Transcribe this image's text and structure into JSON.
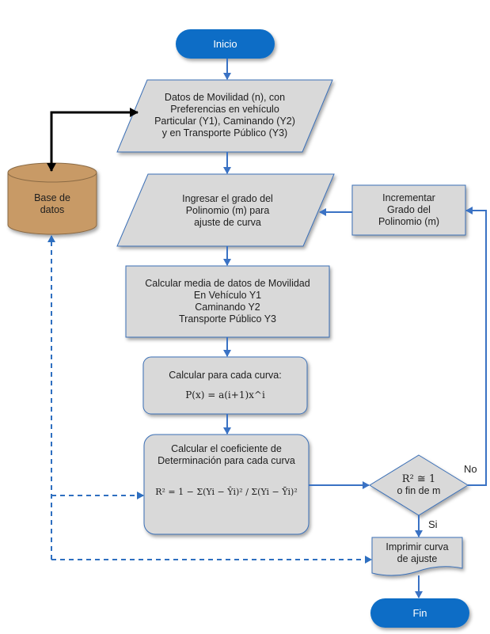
{
  "nodes": {
    "inicio": "Inicio",
    "datos": {
      "line1": "Datos de Movilidad (n), con",
      "line2": "Preferencias en vehículo",
      "line3": "Particular (Y1), Caminando (Y2)",
      "line4": "y en Transporte Público (Y3)"
    },
    "base": {
      "line1": "Base de",
      "line2": "datos"
    },
    "ingresar": {
      "line1": "Ingresar el grado del",
      "line2": "Polinomio (m) para",
      "line3": "ajuste de curva"
    },
    "incrementar": {
      "line1": "Incrementar",
      "line2": "Grado del",
      "line3": "Polinomio (m)"
    },
    "media": {
      "line1": "Calcular media de datos de Movilidad",
      "line2": "En Vehículo Y1",
      "line3": "Caminando Y2",
      "line4": "Transporte Público Y3"
    },
    "curva": {
      "line1": "Calcular para cada curva:",
      "formula": "P(x) = a(i+1)x^i"
    },
    "coef": {
      "line1": "Calcular el coeficiente de",
      "line2": "Determinación para cada curva",
      "formula": "R² = 1 − Σ(Yi − Ŷi)² / Σ(Yi − Ȳi)²"
    },
    "decision": {
      "line1": "R² ≅ 1",
      "line2": "o fin de m"
    },
    "imprimir": {
      "line1": "Imprimir curva",
      "line2": "de ajuste"
    },
    "fin": "Fin"
  },
  "labels": {
    "no": "No",
    "si": "Si"
  },
  "colors": {
    "terminal": "#0b6dc6",
    "process_fill": "#d9d9d9",
    "process_border": "#3b6fb6",
    "arrow": "#3a72c4",
    "database": "#c89a66",
    "dashed": "#2e6fc0",
    "black_arrow": "#000000"
  }
}
